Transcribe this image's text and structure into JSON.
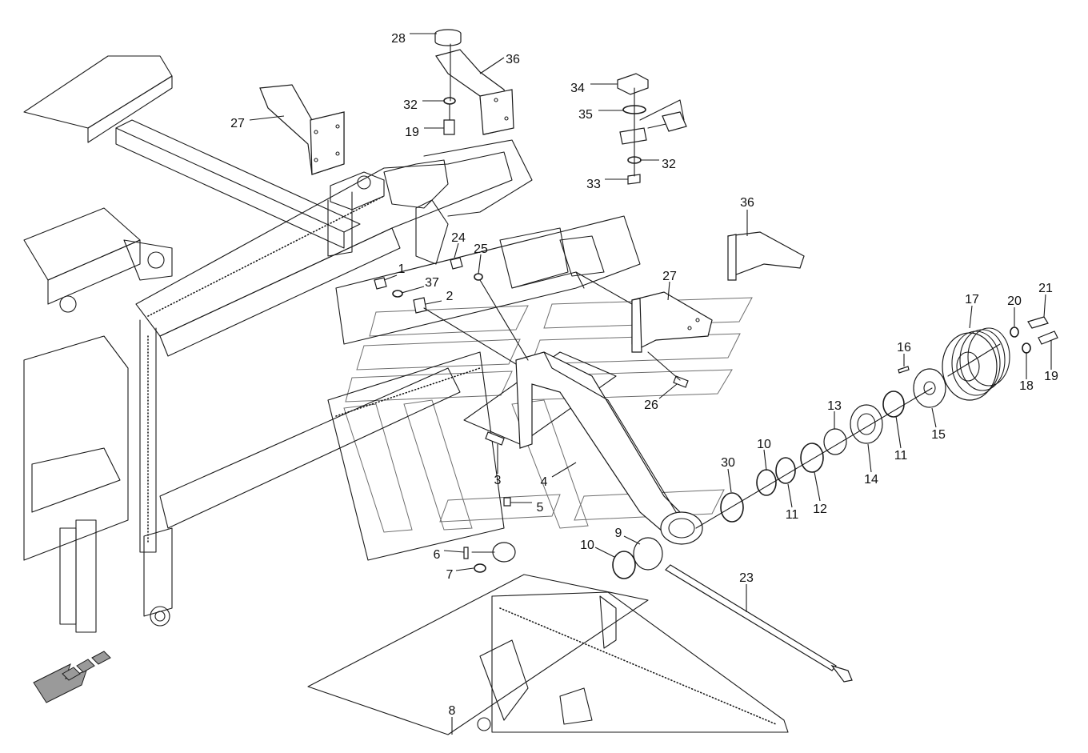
{
  "callouts": [
    "28",
    "36",
    "27",
    "34",
    "32",
    "35",
    "19",
    "32",
    "33",
    "36",
    "24",
    "25",
    "1",
    "37",
    "2",
    "27",
    "17",
    "21",
    "20",
    "16",
    "18",
    "19",
    "26",
    "13",
    "15",
    "11",
    "10",
    "30",
    "14",
    "11",
    "12",
    "3",
    "4",
    "5",
    "9",
    "10",
    "6",
    "7",
    "23",
    "8"
  ],
  "colors": {
    "line": "#1a1a1a",
    "watermark": "#6e6e6e",
    "background": "#ffffff"
  }
}
